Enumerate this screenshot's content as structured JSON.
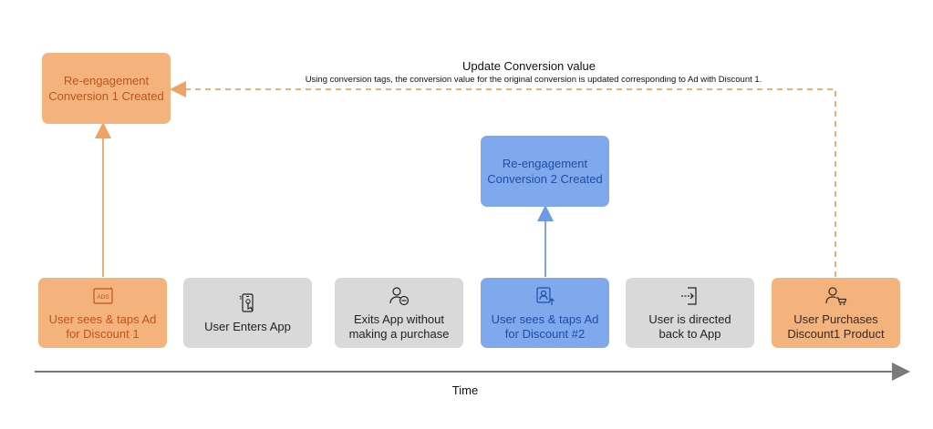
{
  "update": {
    "title": "Update Conversion value",
    "subtitle": "Using conversion tags, the conversion value for the original conversion is updated corresponding to Ad with Discount 1."
  },
  "conversions": {
    "first": "Re-engagement\nConversion 1 Created",
    "second": "Re-engagement\nConversion 2 Created"
  },
  "steps": [
    {
      "label": "User sees & taps Ad\nfor Discount 1",
      "icon": "ads-icon"
    },
    {
      "label": "User Enters App",
      "icon": "phone-tap-icon"
    },
    {
      "label": "Exits App without\nmaking a purchase",
      "icon": "user-minus-icon"
    },
    {
      "label": "User sees & taps Ad\nfor Discount #2",
      "icon": "user-upload-icon"
    },
    {
      "label": "User is directed\nback to App",
      "icon": "exit-arrow-icon"
    },
    {
      "label": "User Purchases\nDiscount1 Product",
      "icon": "user-cart-icon"
    }
  ],
  "axis": {
    "label": "Time"
  },
  "colors": {
    "orange": "#f4b27c",
    "orange_line": "#f0a265",
    "blue": "#7fa9ec",
    "blue_line": "#6b9be5",
    "gray": "#d9d9d9",
    "axis": "#7a7a7a"
  }
}
